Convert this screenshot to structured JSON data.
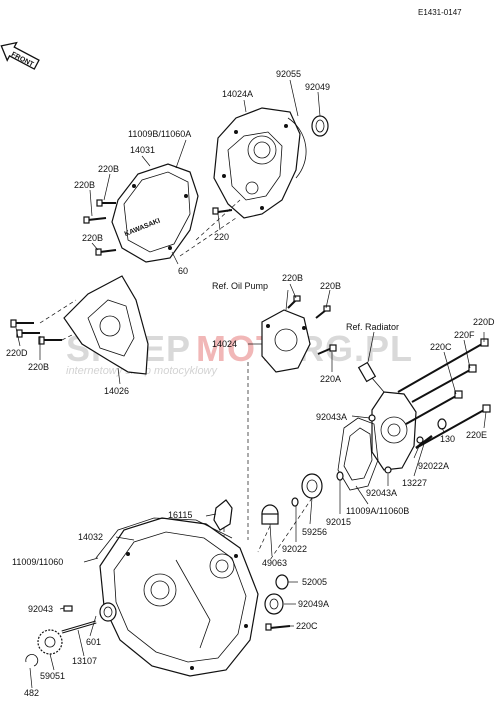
{
  "diagram": {
    "code": "E1431-0147",
    "front_label": "FRONT",
    "references": {
      "oil_pump": "Ref. Oil Pump",
      "radiator": "Ref. Radiator"
    },
    "badge_text": "KAWASAKI",
    "watermark": {
      "left": "SKLEP",
      "middle": "MOTO",
      "right": "RG.PL",
      "subtitle": "internetowy sklep motocyklowy"
    },
    "parts": {
      "p92055": "92055",
      "p92049": "92049",
      "p14024A": "14024A",
      "p11009B": "11009B/11060A",
      "p14031": "14031",
      "p220B_1": "220B",
      "p220B_2": "220B",
      "p220B_3": "220B",
      "p220_1": "220",
      "p60": "60",
      "p220B_4": "220B",
      "p220B_5": "220B",
      "p14024": "14024",
      "p220A": "220A",
      "p220D_l": "220D",
      "p220B_6": "220B",
      "p14026": "14026",
      "p220D_r": "220D",
      "p220F": "220F",
      "p220C_1": "220C",
      "p92043A_1": "92043A",
      "p130": "130",
      "p220E": "220E",
      "p13227": "13227",
      "p92022A": "92022A",
      "p92043A_2": "92043A",
      "p11009A": "11009A/11060B",
      "p92015": "92015",
      "p16115": "16115",
      "p14032": "14032",
      "p59256": "59256",
      "p92022": "92022",
      "p49063": "49063",
      "p11009": "11009/11060",
      "p52005": "52005",
      "p92049A": "92049A",
      "p92043": "92043",
      "p601": "601",
      "p220C_2": "220C",
      "p13107": "13107",
      "p59051": "59051",
      "p482": "482"
    }
  }
}
